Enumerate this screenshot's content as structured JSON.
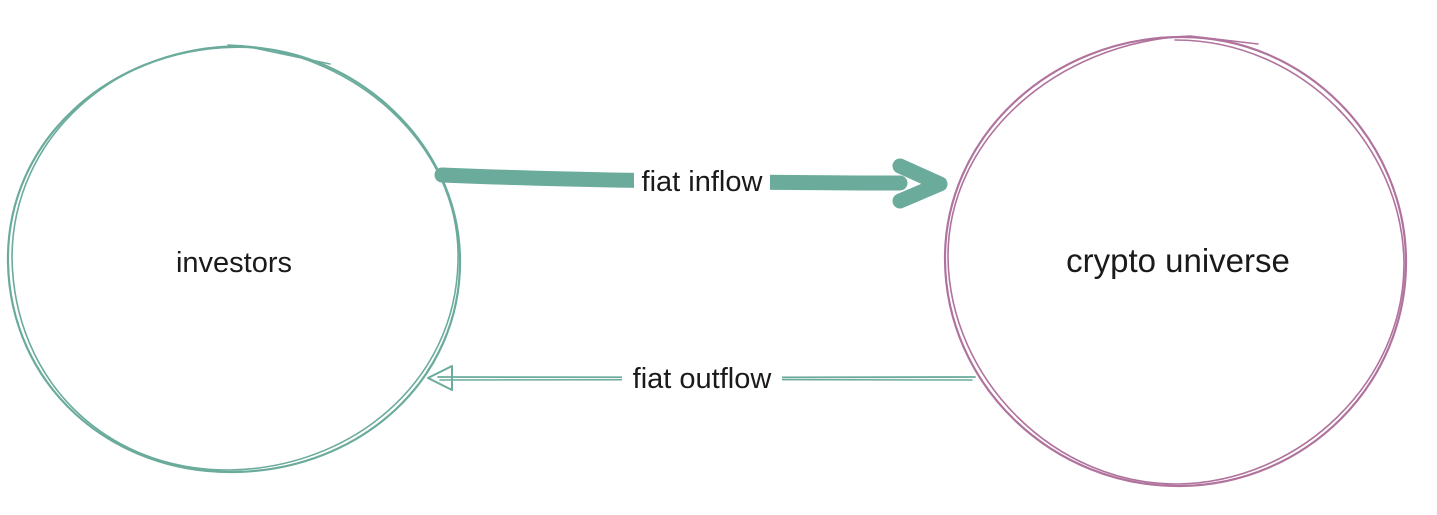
{
  "nodes": {
    "investors": {
      "label": "investors"
    },
    "crypto_universe": {
      "label": "crypto universe"
    }
  },
  "edges": {
    "inflow": {
      "label": "fiat inflow",
      "from": "investors",
      "to": "crypto universe",
      "style": "thick"
    },
    "outflow": {
      "label": "fiat outflow",
      "from": "crypto universe",
      "to": "investors",
      "style": "thin"
    }
  },
  "colors": {
    "investors_stroke": "#6aab9c",
    "crypto_stroke": "#b0739d",
    "arrow": "#6aab9c",
    "text": "#1a1a1a",
    "background": "#ffffff"
  }
}
